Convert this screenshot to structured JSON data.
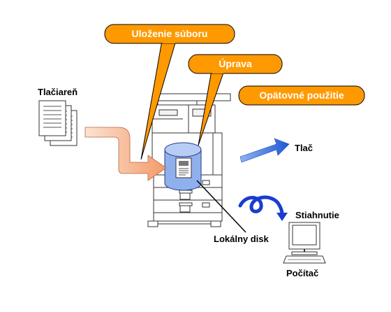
{
  "callouts": {
    "save": "Uloženie súboru",
    "edit": "Úprava",
    "reuse": "Opätovné použitie"
  },
  "labels": {
    "printer": "Tlačiareň",
    "print": "Tlač",
    "download": "Stiahnutie",
    "local_disk": "Lokálny disk",
    "computer": "Počítač"
  },
  "colors": {
    "callout_fill": "#ff9900",
    "callout_stroke": "#000000",
    "flow_arrow": "#f5a878",
    "disk_fill": "#8fb0ec",
    "print_arrow": "#1f5bd8",
    "download_arrow": "#1a3cd0"
  }
}
